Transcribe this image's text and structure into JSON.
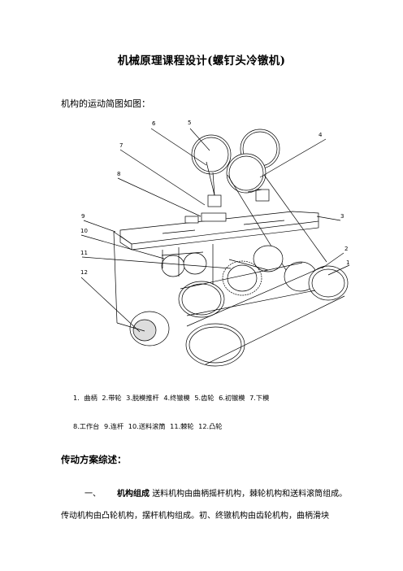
{
  "document": {
    "title": "机械原理课程设计(螺钉头冷镦机)",
    "intro": "机构的运动简图如图：",
    "figure": {
      "callouts": [
        "1",
        "2",
        "3",
        "4",
        "5",
        "6",
        "7",
        "8",
        "9",
        "10",
        "11",
        "12"
      ]
    },
    "caption_line1": "1. 曲柄   2.带轮   3.脱模推杆   4.终镦模 5.齿轮   6.初镦模 7.下模",
    "caption_line2": "8.工作台 9.连杆   10.送料滚筒  11.棘轮  12.凸轮",
    "section_heading": "传动方案综述：",
    "paragraph": {
      "number": "一、",
      "lead": "机构组成",
      "line1_rest": "送料机构由曲柄摇杆机构，棘轮机构和送料滚筒组成。",
      "line2": "传动机构由凸轮机构，摆杆机构组成。初、终镦机构由齿轮机构，曲柄滑块"
    }
  }
}
